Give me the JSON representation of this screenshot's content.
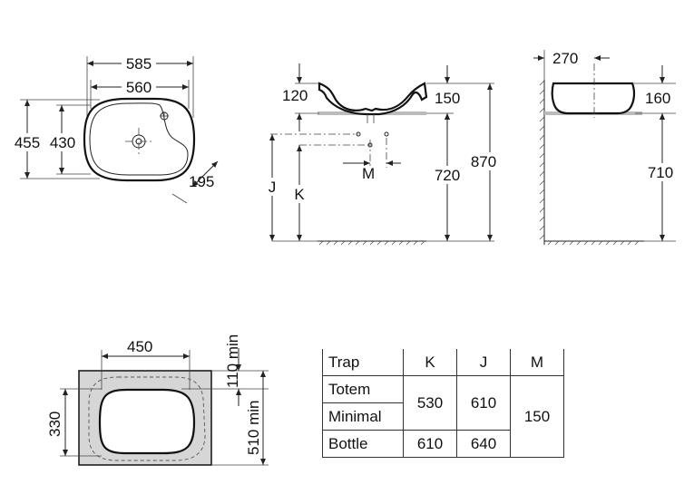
{
  "top_view": {
    "outer_width": "585",
    "inner_width": "560",
    "outer_depth": "455",
    "inner_depth": "430",
    "tap_offset": "195"
  },
  "front_view": {
    "basin_height": "120",
    "rim_height": "150",
    "counter_height": "720",
    "total_height": "870",
    "label_j": "J",
    "label_k": "K",
    "label_m": "M"
  },
  "side_view": {
    "depth": "270",
    "basin_height": "160",
    "counter_height": "710"
  },
  "cutout": {
    "width": "450",
    "height": "330",
    "min_back": "110 min",
    "min_front": "510 min"
  },
  "trap_table": {
    "headers": [
      "Trap",
      "K",
      "J",
      "M"
    ],
    "rows": [
      {
        "name": "Totem",
        "k": "530",
        "j": "610",
        "m": "150"
      },
      {
        "name": "Minimal"
      },
      {
        "name": "Bottle",
        "k": "610",
        "j": "640"
      }
    ]
  }
}
